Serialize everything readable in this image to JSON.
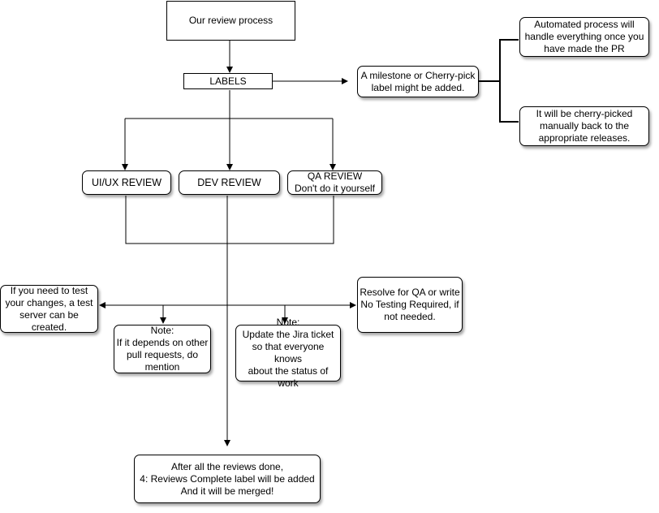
{
  "diagram": {
    "nodes": {
      "review_process": "Our review process",
      "labels": "LABELS",
      "milestone": "A milestone or Cherry-pick\nlabel might be added.",
      "automated": "Automated process will\nhandle everything once you\nhave made the PR",
      "cherry_picked": "It will be cherry-picked\nmanually back to the\nappropriate releases.",
      "uiux_review": "UI/UX REVIEW",
      "dev_review": "DEV REVIEW",
      "qa_review": "QA REVIEW\nDon't do it yourself",
      "test_server": "If you need to test\nyour changes, a test\nserver can be\ncreated.",
      "note_pull_requests": "Note:\nIf it depends on other\npull requests, do\nmention",
      "note_jira": "Note:\nUpdate the Jira ticket\nso that everyone knows\nabout the status of work",
      "resolve_qa": "Resolve for QA or write\nNo Testing Required, if\nnot needed.",
      "reviews_complete": "After all the reviews done,\n4: Reviews Complete label will be added\nAnd it will be merged!"
    }
  }
}
